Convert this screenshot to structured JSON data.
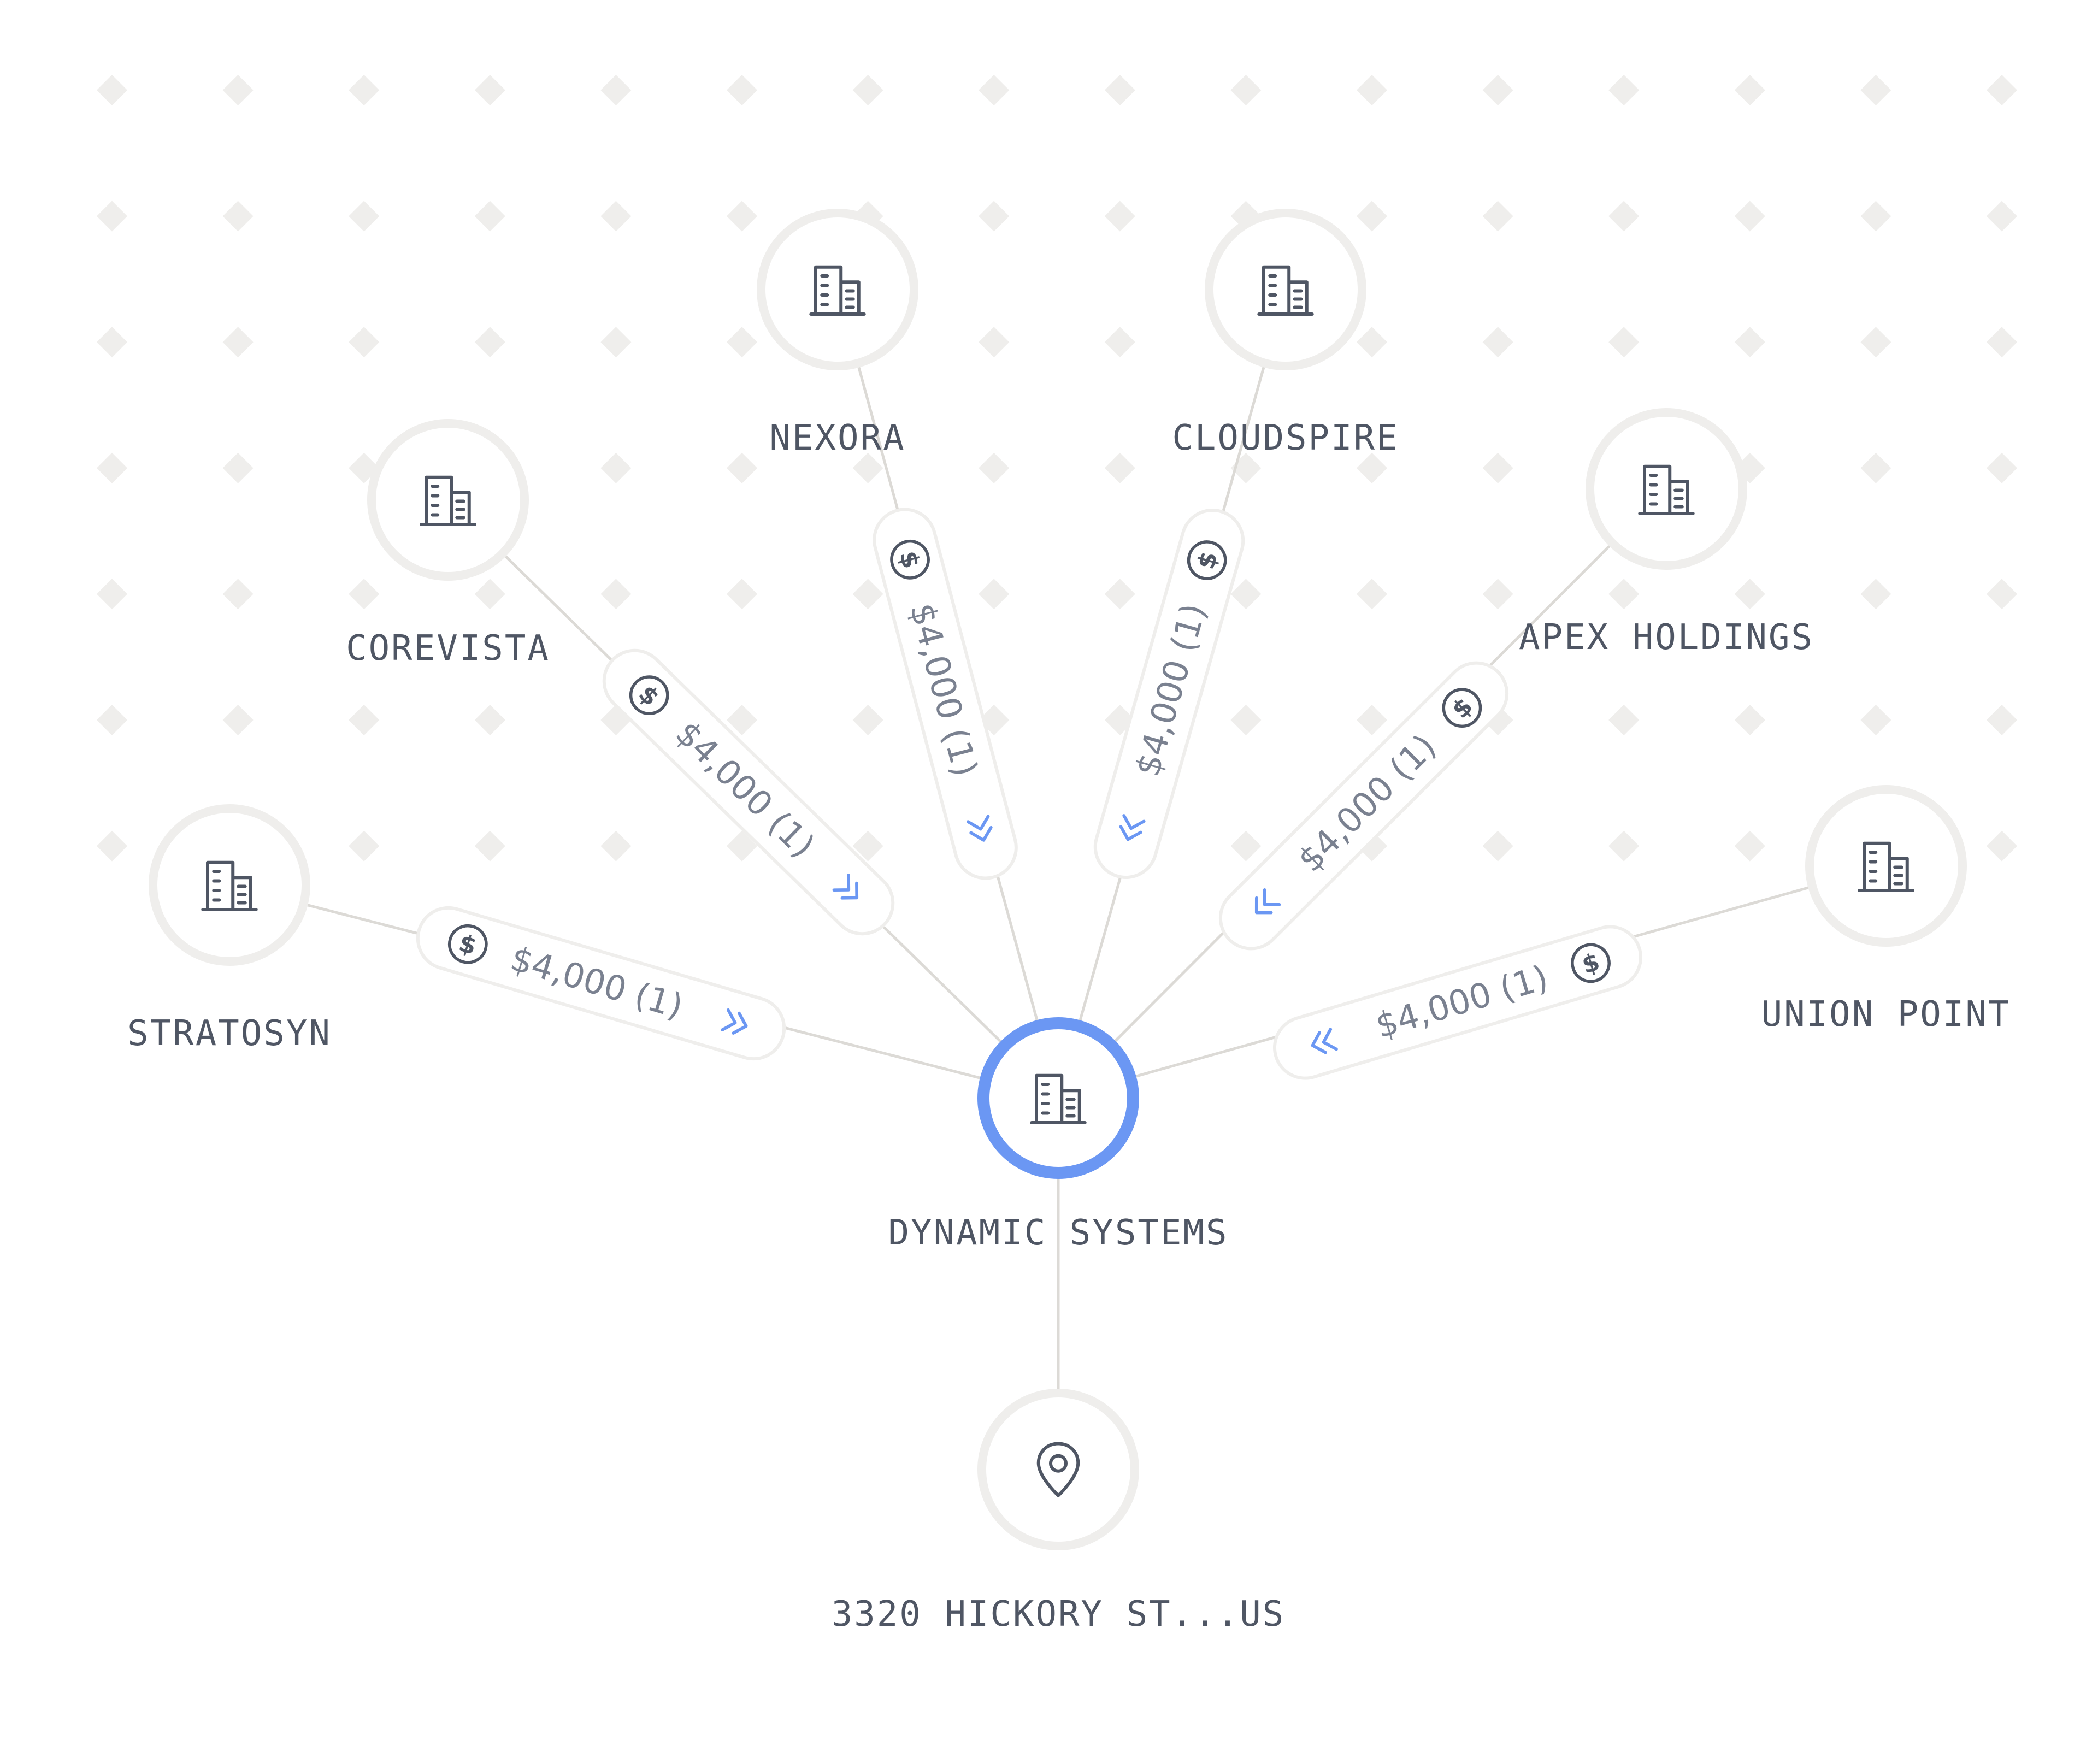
{
  "colors": {
    "line": "#dcdad6",
    "ring": "#efeeec",
    "center_ring": "#6b97f3",
    "icon": "#4f5664",
    "text": "#4f5664",
    "amount": "#7a8190",
    "arrow": "#6b97f3",
    "dot": "#efeeec"
  },
  "center": {
    "label": "DYNAMIC SYSTEMS",
    "icon": "building-icon"
  },
  "address": {
    "label": "3320 HICKORY ST...US",
    "icon": "location-pin-icon"
  },
  "companies": [
    {
      "id": "stratosyn",
      "label": "STRATOSYN",
      "edge_label": "$4,000 (1)",
      "direction": "to-center"
    },
    {
      "id": "corevista",
      "label": "COREVISTA",
      "edge_label": "$4,000 (1)",
      "direction": "to-center"
    },
    {
      "id": "nexora",
      "label": "NEXORA",
      "edge_label": "$4,000 (1)",
      "direction": "to-center"
    },
    {
      "id": "cloudspire",
      "label": "CLOUDSPIRE",
      "edge_label": "$4,000 (1)",
      "direction": "to-center"
    },
    {
      "id": "apex-holdings",
      "label": "APEX HOLDINGS",
      "edge_label": "$4,000 (1)",
      "direction": "to-center"
    },
    {
      "id": "union-point",
      "label": "UNION POINT",
      "edge_label": "$4,000 (1)",
      "direction": "to-center"
    }
  ]
}
